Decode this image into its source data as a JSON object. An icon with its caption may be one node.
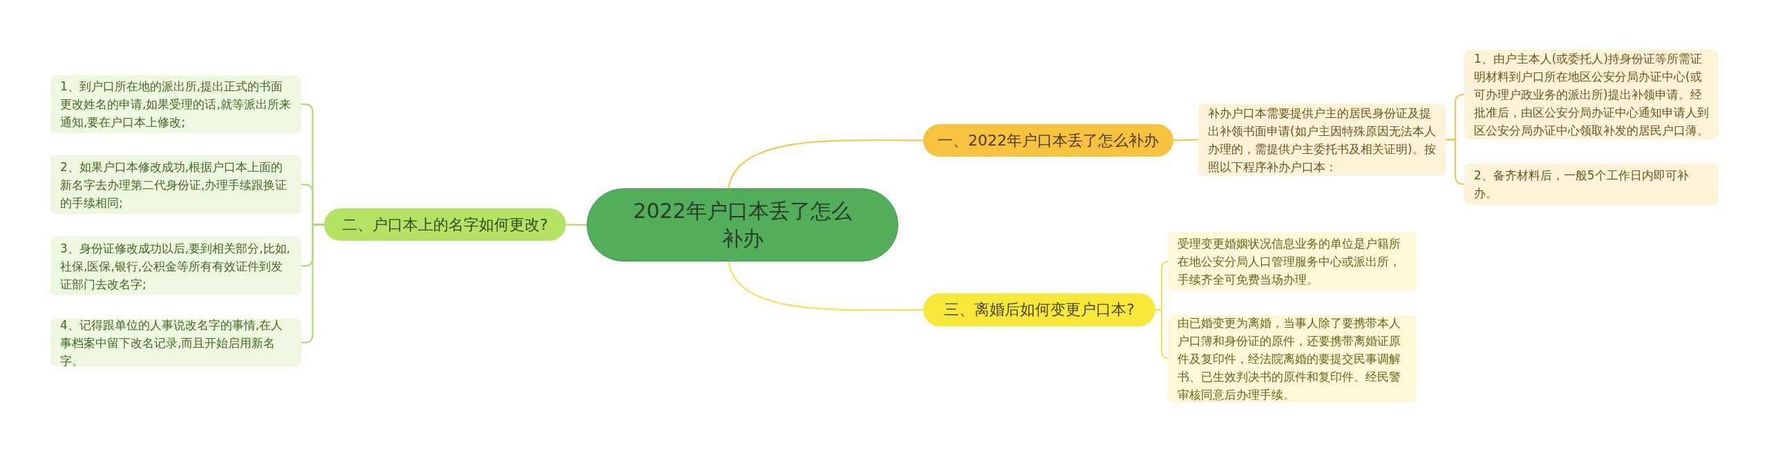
{
  "diagram": {
    "nodes": [
      {
        "text": [
          "2022年户口本丢了怎么补办"
        ]
      },
      {
        "text": [
          "一、2022年户口本丢了怎么补办"
        ]
      },
      {
        "text": [
          "补办户口本需要提供户主的居民身份证及提出补领书面申请(如户主因特殊原因无法本人办理的，需提供户主委托书及相关证明)。按照以下程序补办户口本："
        ]
      },
      {
        "text": [
          "1、由户主本人(或委托人)持身份证等所需证明材料到户口所在地区公安分局办证中心(或可办理户政业务的派出所)提出补领申请。经批准后，由区公安分局办证中心通知申请人到区公安分局办证中心领取补发的居民户口薄。"
        ]
      },
      {
        "text": [
          "2、备齐材料后，一般5个工作日内即可补办。"
        ]
      },
      {
        "text": [
          "二、户口本上的名字如何更改?"
        ]
      },
      {
        "text": [
          "1、到户口所在地的派出所,提出正式的书面更改姓名的申请,如果受理的话,就等派出所来通知,要在户口本上修改;"
        ]
      },
      {
        "text": [
          "2、如果户口本修改成功,根据户口本上面的新名字去办理第二代身份证,办理手续跟换证的手续相同;"
        ]
      },
      {
        "text": [
          "3、身份证修改成功以后,要到相关部分,比如,社保,医保,银行,公积金等所有有效证件到发证部门去改名字;"
        ]
      },
      {
        "text": [
          "4、记得跟单位的人事说改名字的事情,在人事档案中留下改名记录,而且开始启用新名字。"
        ]
      },
      {
        "text": [
          "三、离婚后如何变更户口本?"
        ]
      },
      {
        "text": [
          "受理变更婚姻状况信息业务的单位是户籍所在地公安分局人口管理服务中心或派出所，手续齐全可免费当场办理。"
        ]
      },
      {
        "text": [
          "由已婚变更为离婚，当事人除了要携带本人户口簿和身份证的原件，还要携带离婚证原件及复印件，经法院离婚的要提交民事调解书、已生效判决书的原件和复印件。经民警审核同意后办理手续。"
        ]
      }
    ],
    "edges": [
      {
        "from": 0,
        "to": 1,
        "arrow": "none",
        "color": "#f5c342"
      },
      {
        "from": 1,
        "to": 2,
        "arrow": "none",
        "color": "#f5c342"
      },
      {
        "from": 2,
        "to": 3,
        "arrow": "none",
        "color": "#f5c342"
      },
      {
        "from": 2,
        "to": 4,
        "arrow": "none",
        "color": "#f5c342"
      },
      {
        "from": 0,
        "to": 5,
        "arrow": "none"
      },
      {
        "from": 5,
        "to": 6,
        "arrow": "none"
      },
      {
        "from": 5,
        "to": 7,
        "arrow": "none"
      },
      {
        "from": 5,
        "to": 8,
        "arrow": "none"
      },
      {
        "from": 5,
        "to": 9,
        "arrow": "none"
      },
      {
        "from": 0,
        "to": 10,
        "arrow": "none",
        "color": "#f2e33c"
      },
      {
        "from": 10,
        "to": 11,
        "arrow": "none",
        "color": "#f2e33c"
      },
      {
        "from": 10,
        "to": 12,
        "arrow": "none",
        "color": "#f2e33c"
      }
    ]
  }
}
